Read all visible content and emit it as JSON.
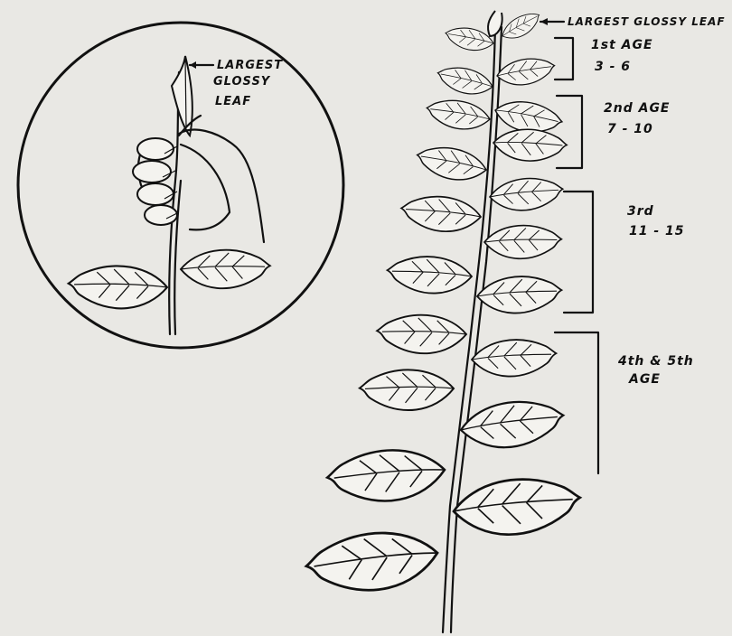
{
  "inset": {
    "label_lines": [
      "LARGEST",
      "GLOSSY",
      "LEAF"
    ]
  },
  "top_label": "LARGEST GLOSSY LEAF",
  "ages": [
    {
      "name": "1st AGE",
      "range": "3 - 6"
    },
    {
      "name": "2nd AGE",
      "range": "7 - 10"
    },
    {
      "name": "3rd",
      "range": "11 - 15"
    },
    {
      "name": "4th & 5th",
      "range": "AGE"
    }
  ],
  "colors": {
    "paper": "#e9e8e4",
    "ink": "#111111",
    "leaf_fill": "#f4f3ef"
  }
}
